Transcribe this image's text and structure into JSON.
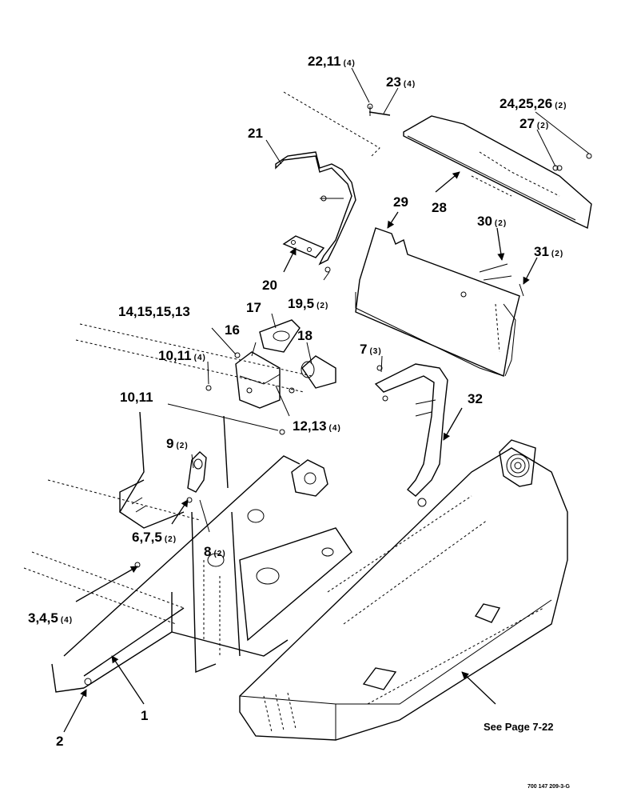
{
  "callouts": [
    {
      "id": "c22",
      "text": "22,11",
      "qty": "(4)"
    },
    {
      "id": "c23",
      "text": "23",
      "qty": "(4)"
    },
    {
      "id": "c24",
      "text": "24,25,26",
      "qty": "(2)"
    },
    {
      "id": "c27",
      "text": "27",
      "qty": "(2)"
    },
    {
      "id": "c21",
      "text": "21",
      "qty": ""
    },
    {
      "id": "c29",
      "text": "29",
      "qty": ""
    },
    {
      "id": "c28",
      "text": "28",
      "qty": ""
    },
    {
      "id": "c30",
      "text": "30",
      "qty": "(2)"
    },
    {
      "id": "c31",
      "text": "31",
      "qty": "(2)"
    },
    {
      "id": "c20",
      "text": "20",
      "qty": ""
    },
    {
      "id": "c19",
      "text": "19,5",
      "qty": "(2)"
    },
    {
      "id": "c14",
      "text": "14,15,15,13",
      "qty": ""
    },
    {
      "id": "c17",
      "text": "17",
      "qty": ""
    },
    {
      "id": "c16",
      "text": "16",
      "qty": ""
    },
    {
      "id": "c18",
      "text": "18",
      "qty": ""
    },
    {
      "id": "c7",
      "text": "7",
      "qty": "(3)"
    },
    {
      "id": "c10a",
      "text": "10,11",
      "qty": "(4)"
    },
    {
      "id": "c10b",
      "text": "10,11",
      "qty": ""
    },
    {
      "id": "c12",
      "text": "12,13",
      "qty": "(4)"
    },
    {
      "id": "c32",
      "text": "32",
      "qty": ""
    },
    {
      "id": "c9",
      "text": "9",
      "qty": "(2)"
    },
    {
      "id": "c6",
      "text": "6,7,5",
      "qty": "(2)"
    },
    {
      "id": "c8",
      "text": "8",
      "qty": "(2)"
    },
    {
      "id": "c3",
      "text": "3,4,5",
      "qty": "(4)"
    },
    {
      "id": "c1",
      "text": "1",
      "qty": ""
    },
    {
      "id": "c2",
      "text": "2",
      "qty": ""
    }
  ],
  "see_page_note": "See Page 7-22",
  "drawing_number": "700 147 209-3-G"
}
